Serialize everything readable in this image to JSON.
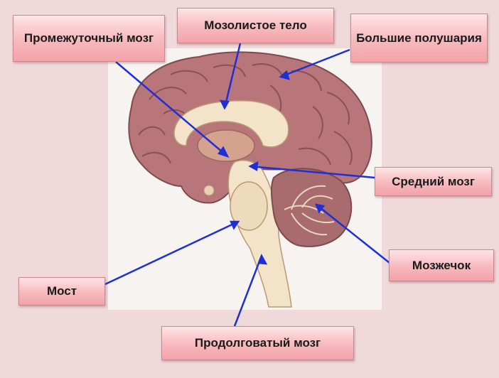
{
  "labels": {
    "diencephalon": "Промежуточный мозг",
    "corpus_callosum": "Мозолистое тело",
    "hemispheres": "Большие полушария",
    "midbrain": "Средний мозг",
    "cerebellum": "Мозжечок",
    "pons": "Мост",
    "medulla": "Продолговатый мозг"
  },
  "colors": {
    "background": "#f0d9db",
    "pointer": "#1f2fd6",
    "label_fill": "#f7b9bd",
    "cortex": "#b8767a",
    "white_matter": "#f2e3c9"
  }
}
